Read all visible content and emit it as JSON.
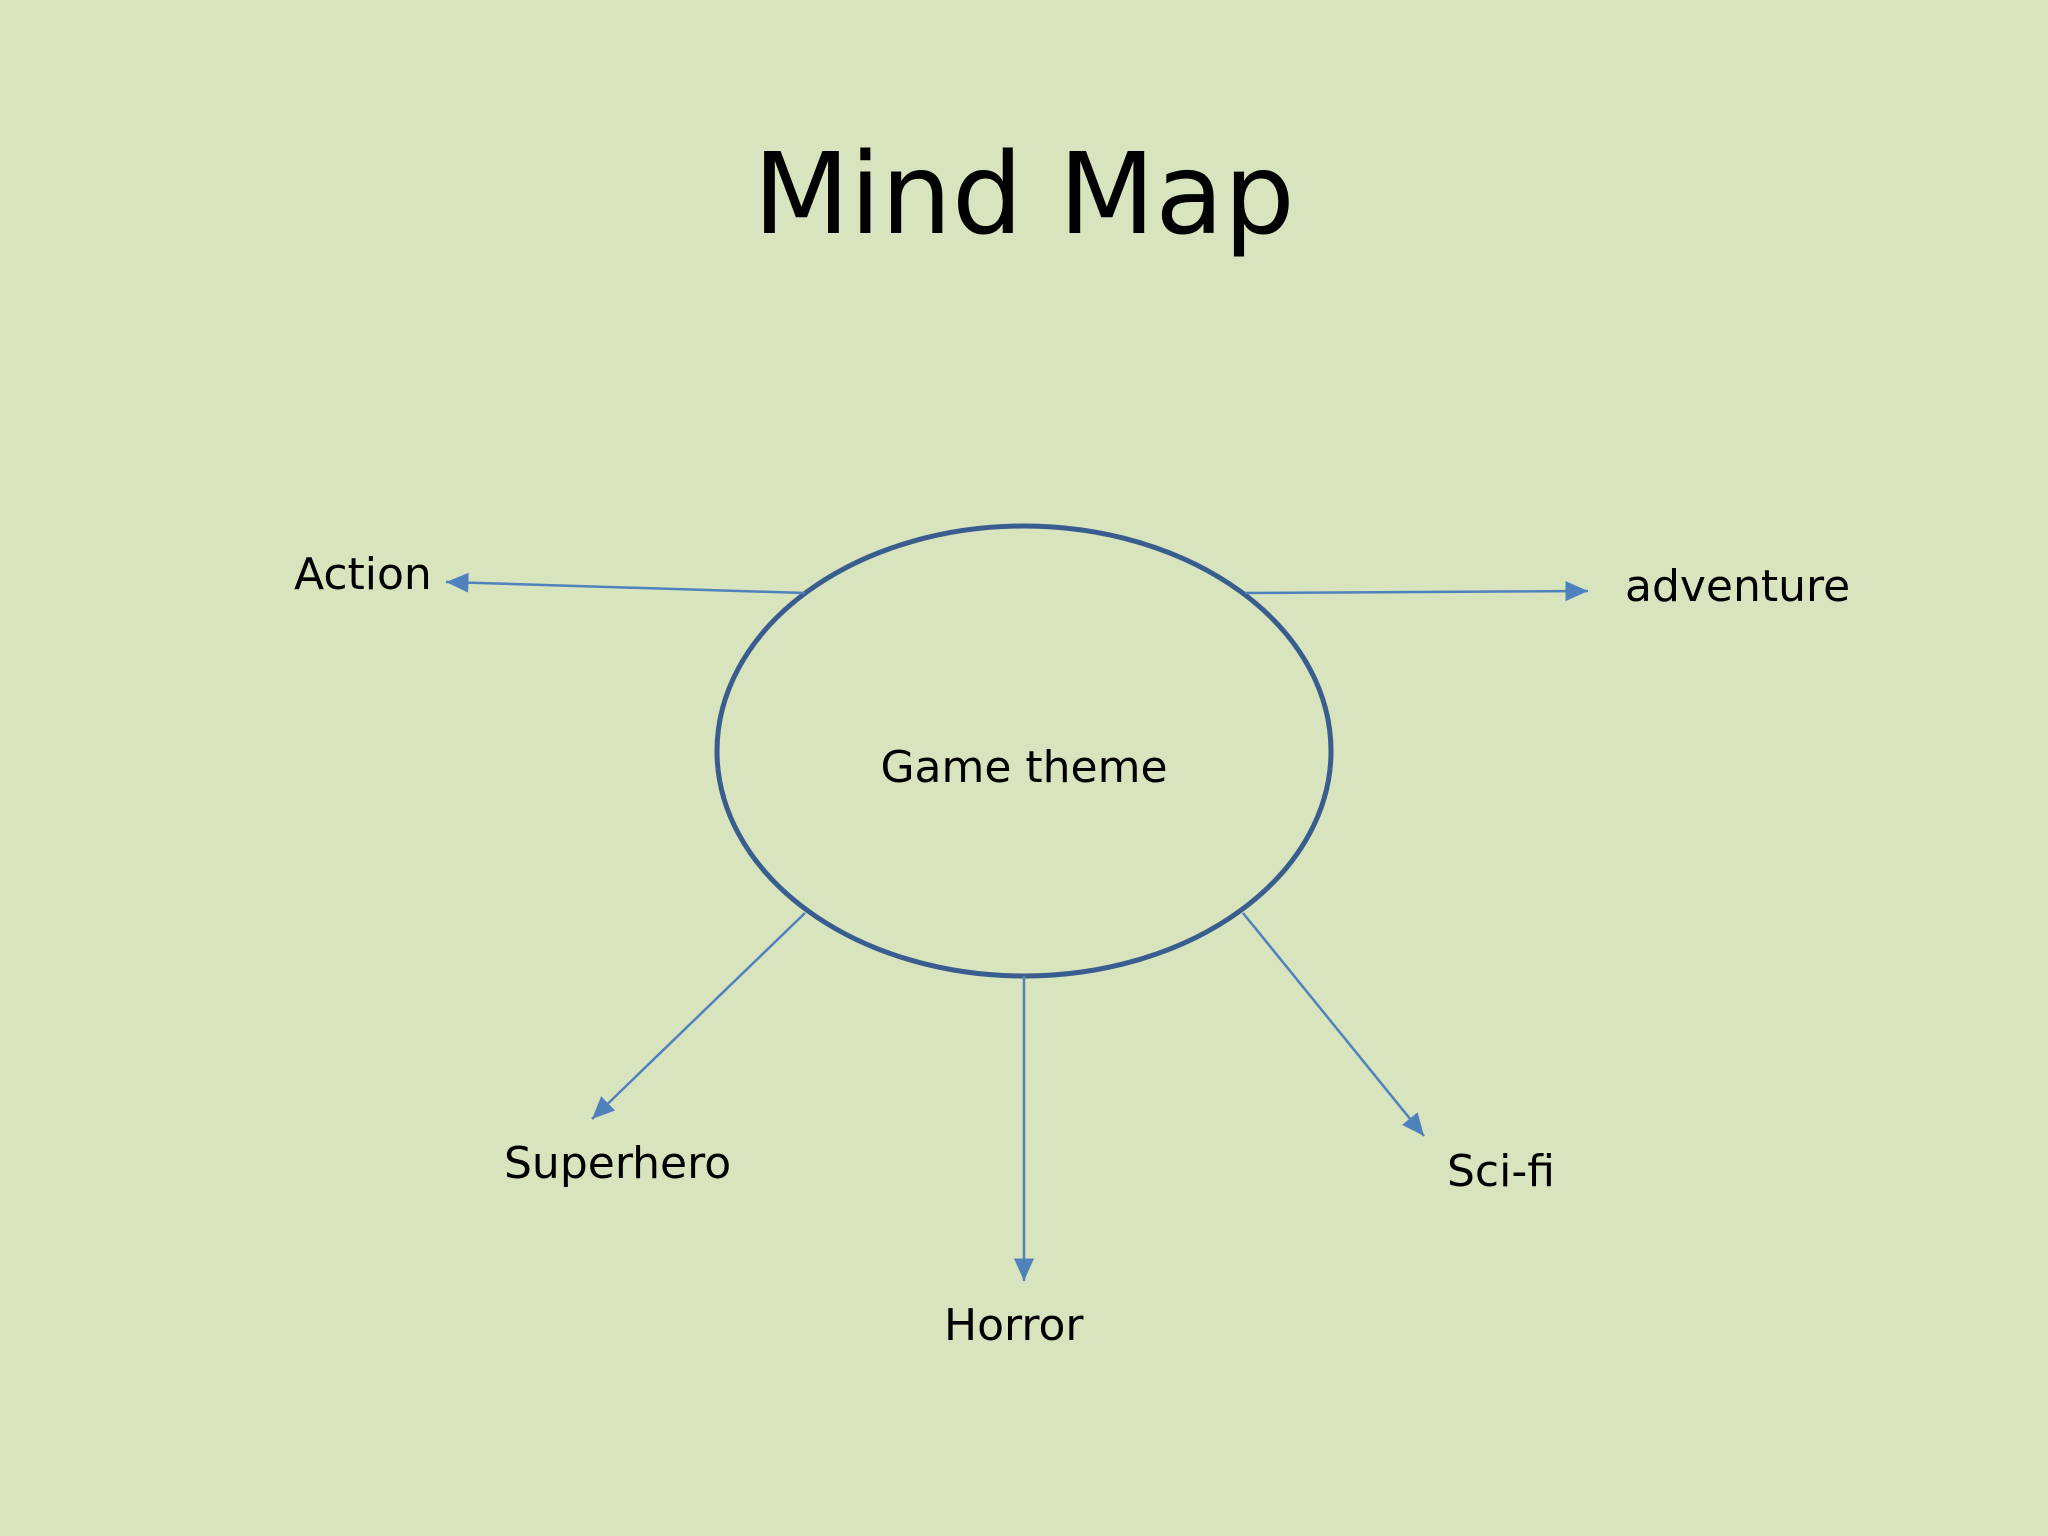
{
  "title": "Mind Map",
  "center": {
    "label": "Game theme"
  },
  "branches": [
    {
      "id": "action",
      "label": "Action"
    },
    {
      "id": "adventure",
      "label": "adventure"
    },
    {
      "id": "superhero",
      "label": "Superhero"
    },
    {
      "id": "horror",
      "label": "Horror"
    },
    {
      "id": "scifi",
      "label": "Sci-fi"
    }
  ],
  "colors": {
    "background": "#d7e4bd",
    "ellipse_stroke": "#3a5d8f",
    "arrow": "#4f81bd",
    "text": "#000000"
  }
}
